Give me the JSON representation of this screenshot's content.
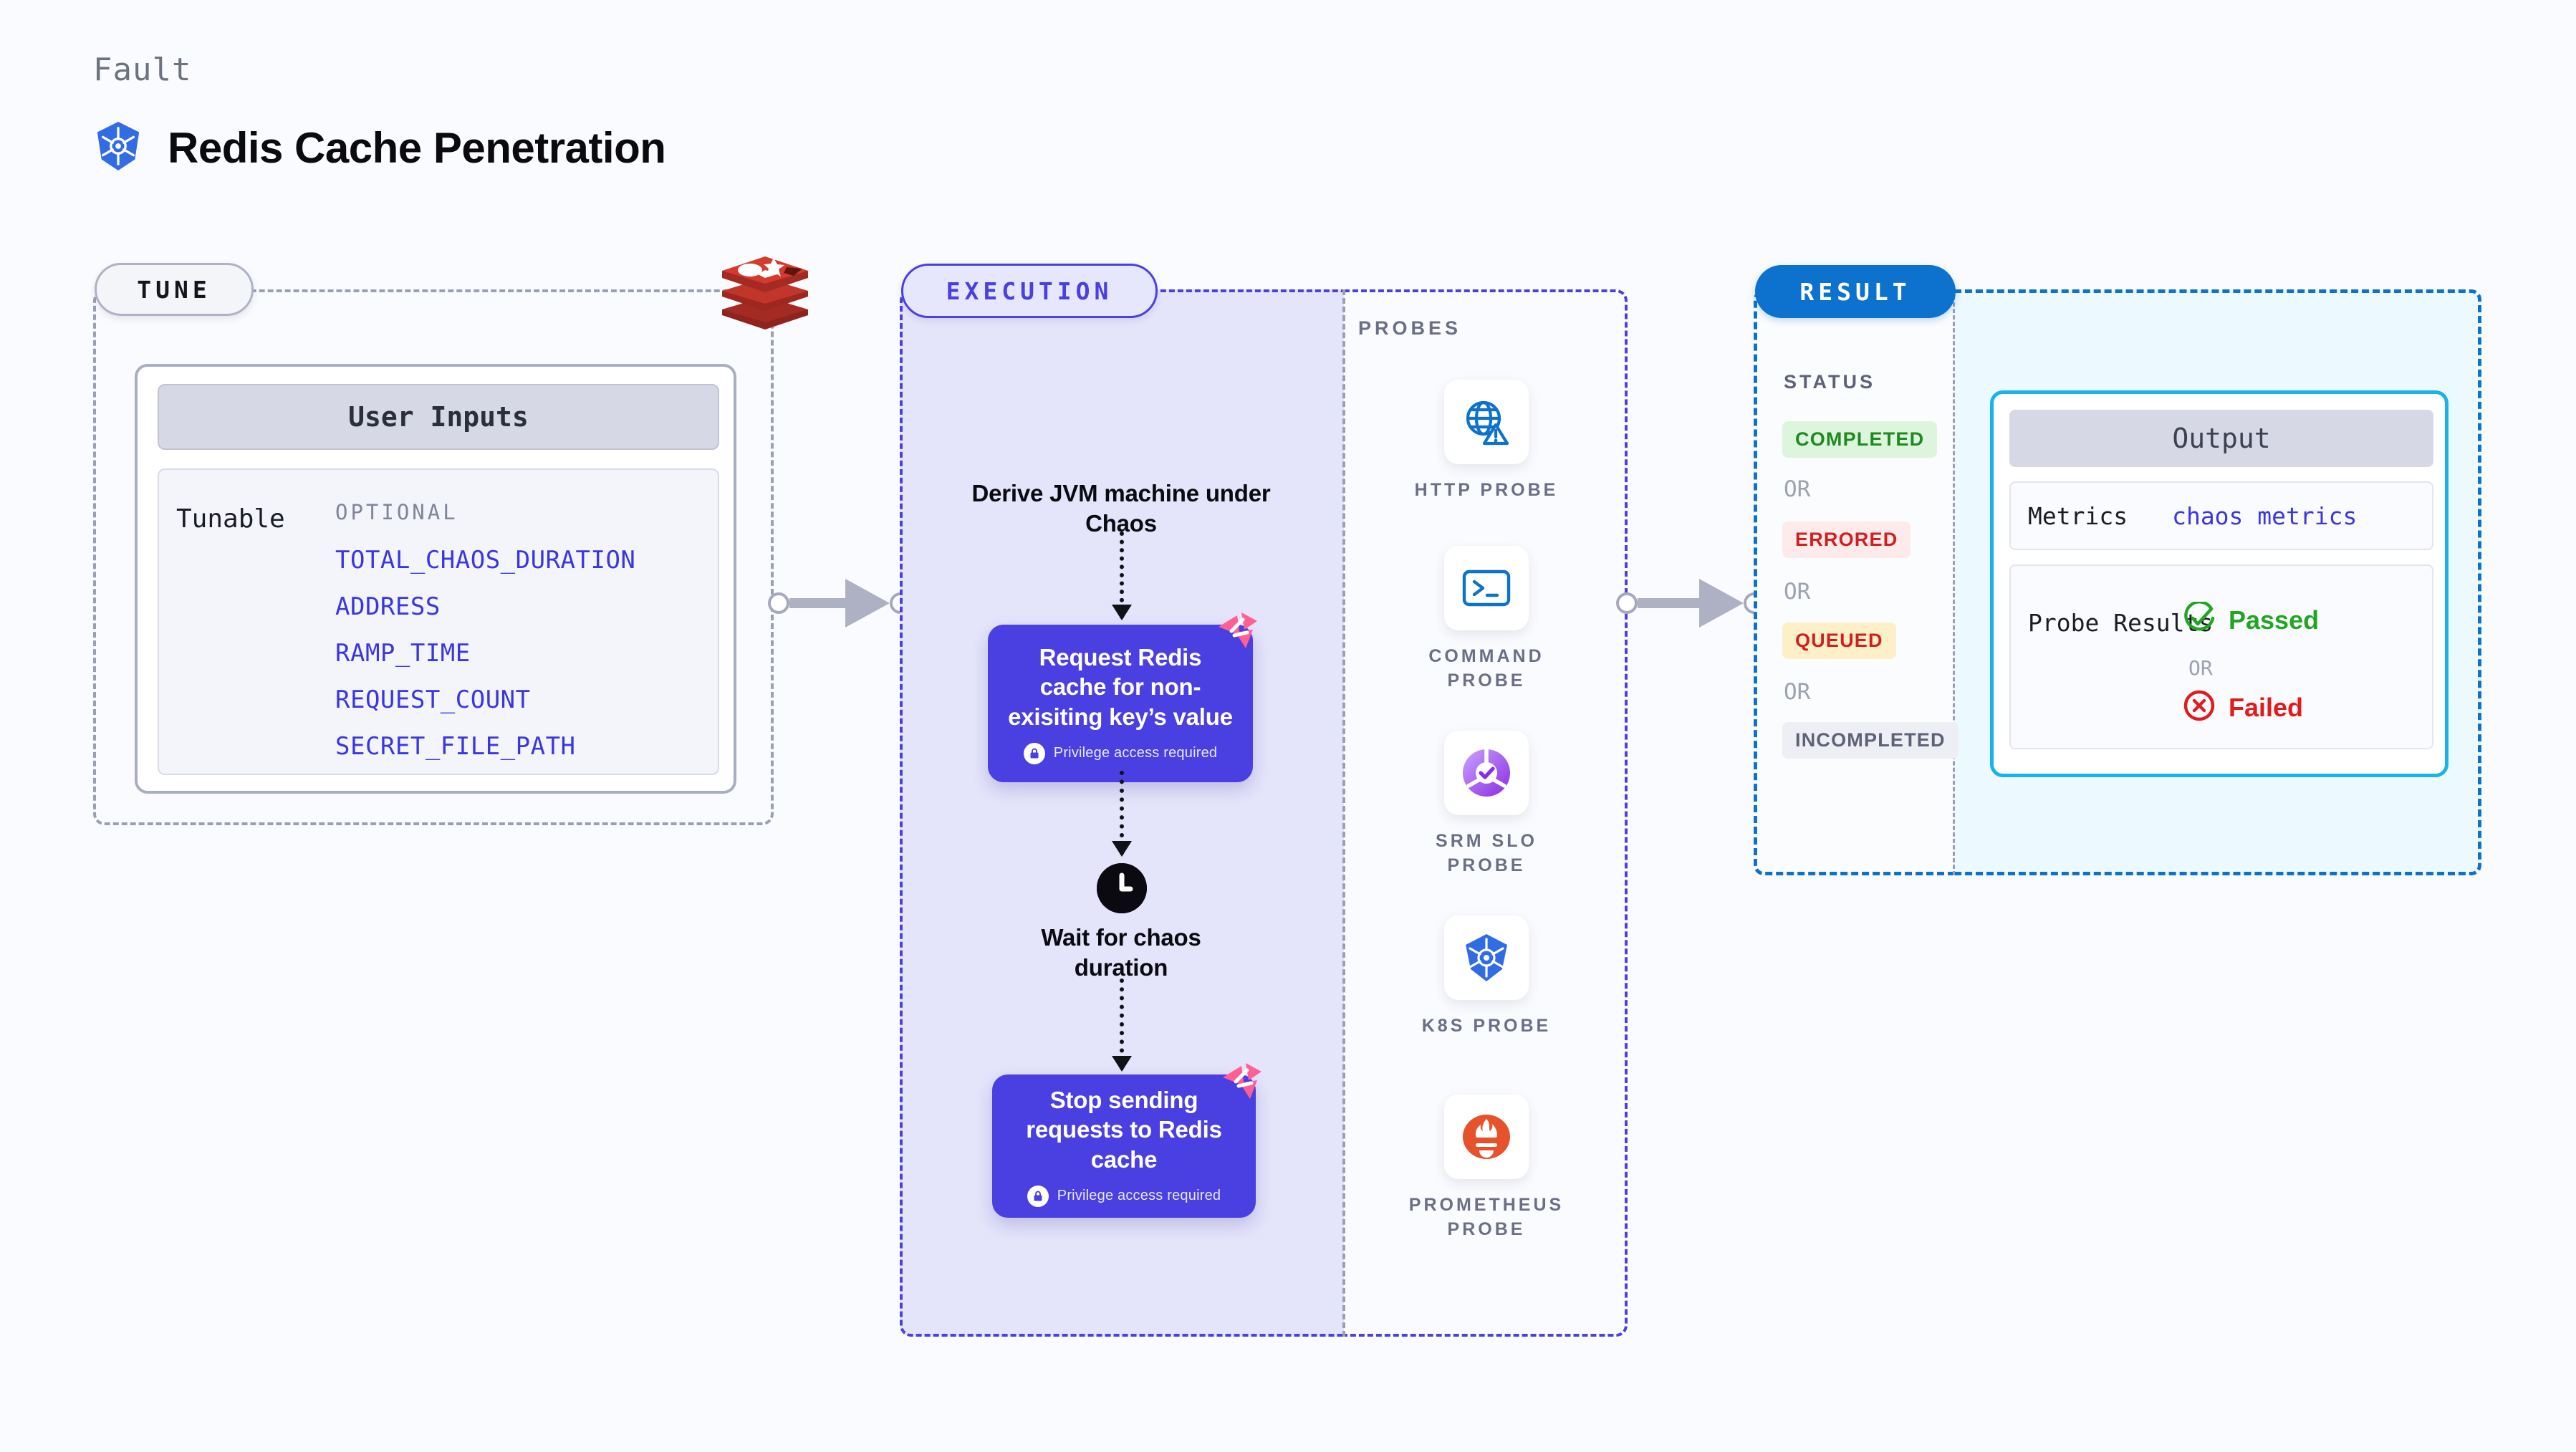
{
  "header": {
    "eyebrow": "Fault",
    "title": "Redis Cache Penetration",
    "icon": "kubernetes-icon"
  },
  "tune": {
    "pill_label": "TUNE",
    "logo_icon": "redis-logo-icon",
    "card_header": "User Inputs",
    "tunable_label": "Tunable",
    "optional_label": "OPTIONAL",
    "tunables": [
      "TOTAL_CHAOS_DURATION",
      "ADDRESS",
      "RAMP_TIME",
      "REQUEST_COUNT",
      "SECRET_FILE_PATH"
    ]
  },
  "execution": {
    "pill_label": "EXECUTION",
    "steps": [
      {
        "type": "text",
        "label": "Derive JVM machine under Chaos"
      },
      {
        "type": "action",
        "label": "Request Redis cache for non-exisiting key’s value",
        "note": "Privilege access required",
        "badge": "litmus-badge-icon",
        "lock": "lock-icon"
      },
      {
        "type": "wait",
        "label": "Wait for chaos duration",
        "icon": "clock-icon"
      },
      {
        "type": "action",
        "label": "Stop sending requests to Redis cache",
        "note": "Privilege access required",
        "badge": "litmus-badge-icon",
        "lock": "lock-icon"
      }
    ]
  },
  "probes": {
    "heading": "PROBES",
    "items": [
      {
        "label": "HTTP PROBE",
        "icon": "globe-warning-icon"
      },
      {
        "label": "COMMAND PROBE",
        "icon": "terminal-icon"
      },
      {
        "label": "SRM SLO PROBE",
        "icon": "slo-donut-check-icon"
      },
      {
        "label": "K8S PROBE",
        "icon": "kubernetes-icon"
      },
      {
        "label": "PROMETHEUS PROBE",
        "icon": "prometheus-icon"
      }
    ]
  },
  "result": {
    "pill_label": "RESULT",
    "status_heading": "STATUS",
    "or_label": "OR",
    "statuses": [
      {
        "label": "COMPLETED",
        "bg": "#ddf5dd",
        "fg": "#1f8a1f"
      },
      {
        "label": "ERRORED",
        "bg": "#fdeaea",
        "fg": "#cf2020"
      },
      {
        "label": "QUEUED",
        "bg": "#fdf0c8",
        "fg": "#cf2020"
      },
      {
        "label": "INCOMPLETED",
        "bg": "#eeeff5",
        "fg": "#5d6277"
      }
    ],
    "output": {
      "header": "Output",
      "metrics_label": "Metrics",
      "metrics_value": "chaos metrics",
      "probe_results_label": "Probe Results",
      "passed_label": "Passed",
      "failed_label": "Failed",
      "or_label": "OR",
      "passed_icon": "check-circle-icon",
      "failed_icon": "x-circle-icon"
    }
  },
  "colors": {
    "page_bg": "#fafbfe",
    "execution_bg": "#e4e4fb",
    "execution_accent": "#4a3fe0",
    "result_accent": "#0d72cd",
    "output_border": "#18b3e8",
    "tune_accent": "#9aa0b4",
    "redis_red": "#c1352b",
    "kubernetes_blue": "#326ce5",
    "litmus_pink": "#ff5f92",
    "prometheus_orange": "#e6522c"
  }
}
